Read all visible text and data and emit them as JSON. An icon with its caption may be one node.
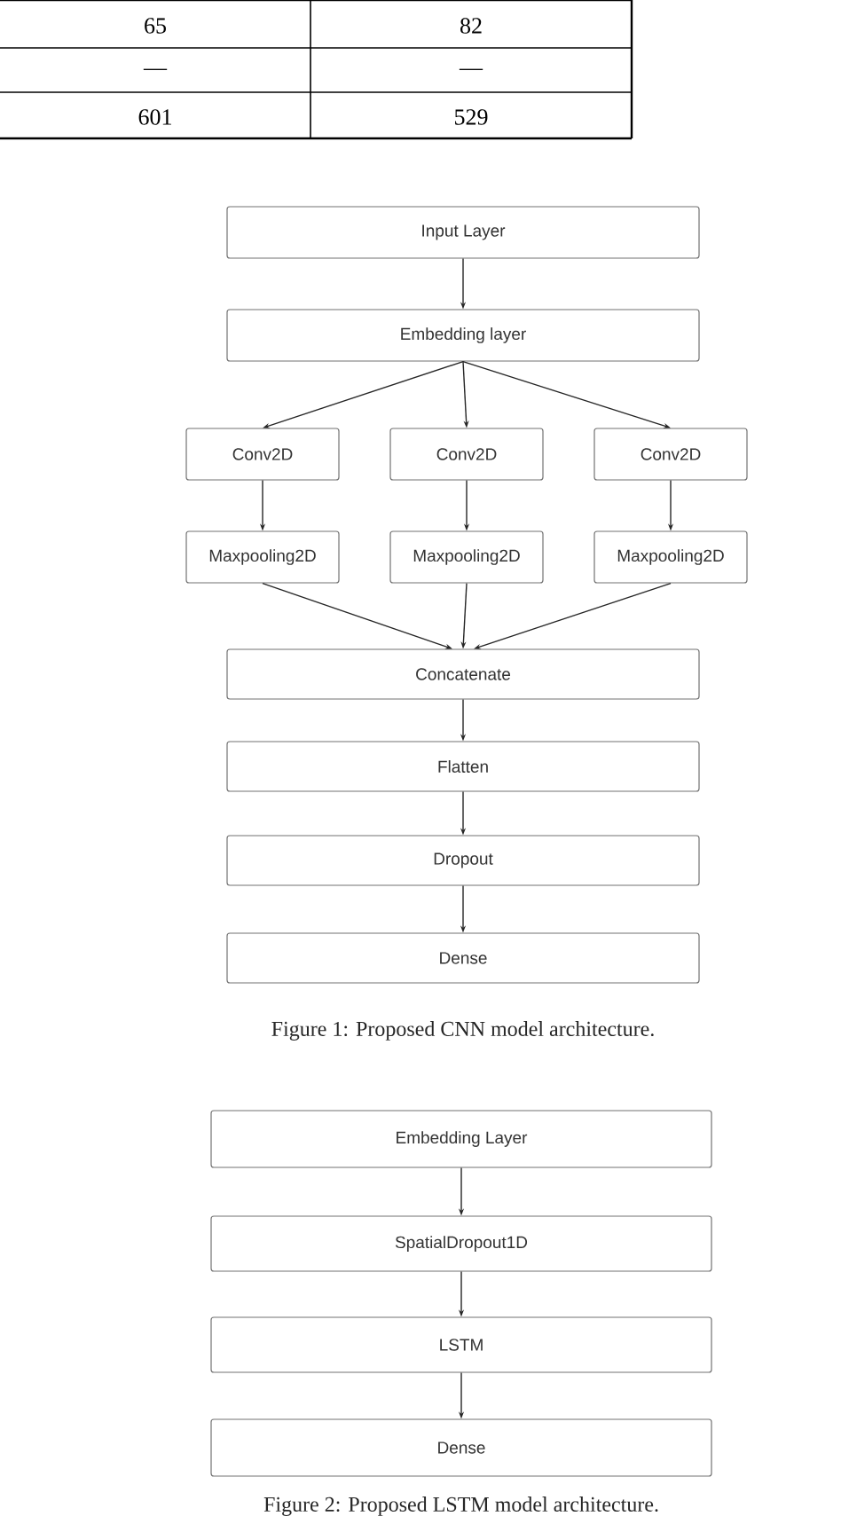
{
  "diagram": {
    "nodes": [
      {
        "text": [
          "Input Layer"
        ]
      },
      {
        "text": [
          "Embedding layer"
        ]
      },
      {
        "text": [
          "Conv2D"
        ]
      },
      {
        "text": [
          "Conv2D"
        ]
      },
      {
        "text": [
          "Conv2D"
        ]
      },
      {
        "text": [
          "Maxpooling2D"
        ]
      },
      {
        "text": [
          "Maxpooling2D"
        ]
      },
      {
        "text": [
          "Maxpooling2D"
        ]
      },
      {
        "text": [
          "Concatenate"
        ]
      },
      {
        "text": [
          "Flatten"
        ]
      },
      {
        "text": [
          "Dropout"
        ]
      },
      {
        "text": [
          "Dense"
        ]
      },
      {
        "text": [
          "Embedding Layer"
        ]
      },
      {
        "text": [
          "SpatialDropout1D"
        ]
      },
      {
        "text": [
          "LSTM"
        ]
      },
      {
        "text": [
          "Dense"
        ]
      }
    ],
    "edges": [
      {
        "from": 0,
        "to": 1,
        "arrow": "to"
      },
      {
        "from": 1,
        "to": 2,
        "arrow": "to"
      },
      {
        "from": 1,
        "to": 3,
        "arrow": "to"
      },
      {
        "from": 1,
        "to": 4,
        "arrow": "to"
      },
      {
        "from": 2,
        "to": 5,
        "arrow": "to"
      },
      {
        "from": 3,
        "to": 6,
        "arrow": "to"
      },
      {
        "from": 4,
        "to": 7,
        "arrow": "to"
      },
      {
        "from": 5,
        "to": 8,
        "arrow": "to"
      },
      {
        "from": 6,
        "to": 8,
        "arrow": "to"
      },
      {
        "from": 7,
        "to": 8,
        "arrow": "to"
      },
      {
        "from": 8,
        "to": 9,
        "arrow": "to"
      },
      {
        "from": 9,
        "to": 10,
        "arrow": "to"
      },
      {
        "from": 10,
        "to": 11,
        "arrow": "to"
      },
      {
        "from": 12,
        "to": 13,
        "arrow": "to"
      },
      {
        "from": 13,
        "to": 14,
        "arrow": "to"
      },
      {
        "from": 14,
        "to": 15,
        "arrow": "to"
      }
    ],
    "labels": [
      "65",
      "82",
      "—",
      "—",
      "601",
      "529",
      "Figure 1: Proposed CNN model architecture.",
      "Figure 2: Proposed LSTM model architecture."
    ]
  }
}
